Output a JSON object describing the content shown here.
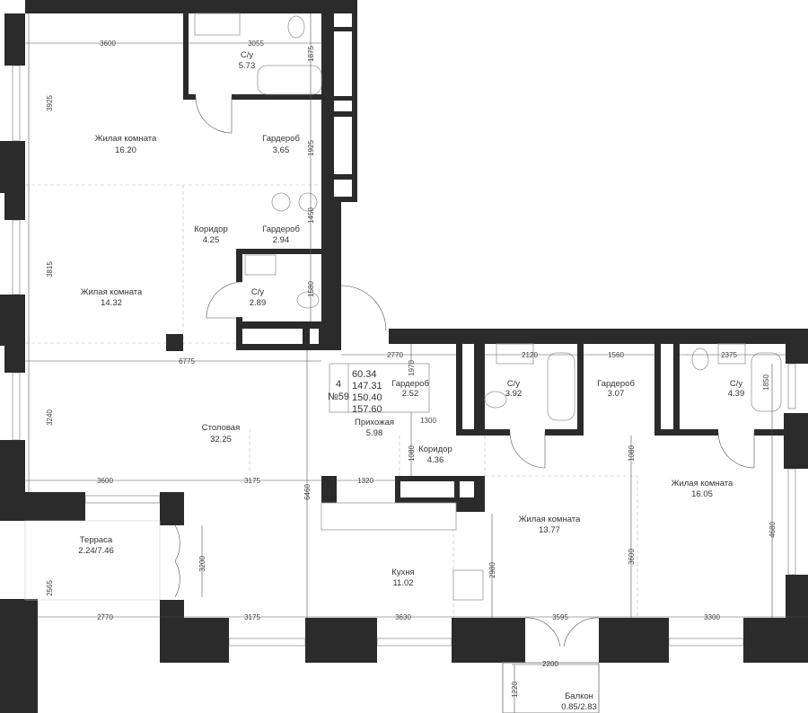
{
  "info_box": {
    "rooms_count": "4",
    "apartment_number": "№59",
    "areas": [
      "60.34",
      "147.31",
      "150.40",
      "157.60"
    ]
  },
  "rooms": [
    {
      "name": "Жилая комната",
      "area": "16.20"
    },
    {
      "name": "Гардероб",
      "area": "3.65"
    },
    {
      "name": "С/у",
      "area": "5.73"
    },
    {
      "name": "Коридор",
      "area": "4.25"
    },
    {
      "name": "Гардероб",
      "area": "2.94"
    },
    {
      "name": "Жилая комната",
      "area": "14.32"
    },
    {
      "name": "С/у",
      "area": "2.89"
    },
    {
      "name": "Гардероб",
      "area": "2.52"
    },
    {
      "name": "С/у",
      "area": "3.92"
    },
    {
      "name": "Гардероб",
      "area": "3.07"
    },
    {
      "name": "С/у",
      "area": "4.39"
    },
    {
      "name": "Прихожая",
      "area": "5.98"
    },
    {
      "name": "Коридор",
      "area": "4.36"
    },
    {
      "name": "Столовая",
      "area": "32.25"
    },
    {
      "name": "Жилая комната",
      "area": "16.05"
    },
    {
      "name": "Жилая комната",
      "area": "13.77"
    },
    {
      "name": "Терраса",
      "area": "2.24/7.46"
    },
    {
      "name": "Кухня",
      "area": "11.02"
    },
    {
      "name": "Балкон",
      "area": "0.85/2.83"
    }
  ],
  "dimensions": [
    "3600",
    "3055",
    "1875",
    "3925",
    "1925",
    "1450",
    "1580",
    "3815",
    "6775",
    "2770",
    "1970",
    "2120",
    "1560",
    "2375",
    "1850",
    "1300",
    "1080",
    "1080",
    "3240",
    "3600",
    "3175",
    "6460",
    "1320",
    "2980",
    "3600",
    "4680",
    "3200",
    "2565",
    "2770",
    "3175",
    "3630",
    "3595",
    "3300",
    "2200",
    "1220"
  ]
}
